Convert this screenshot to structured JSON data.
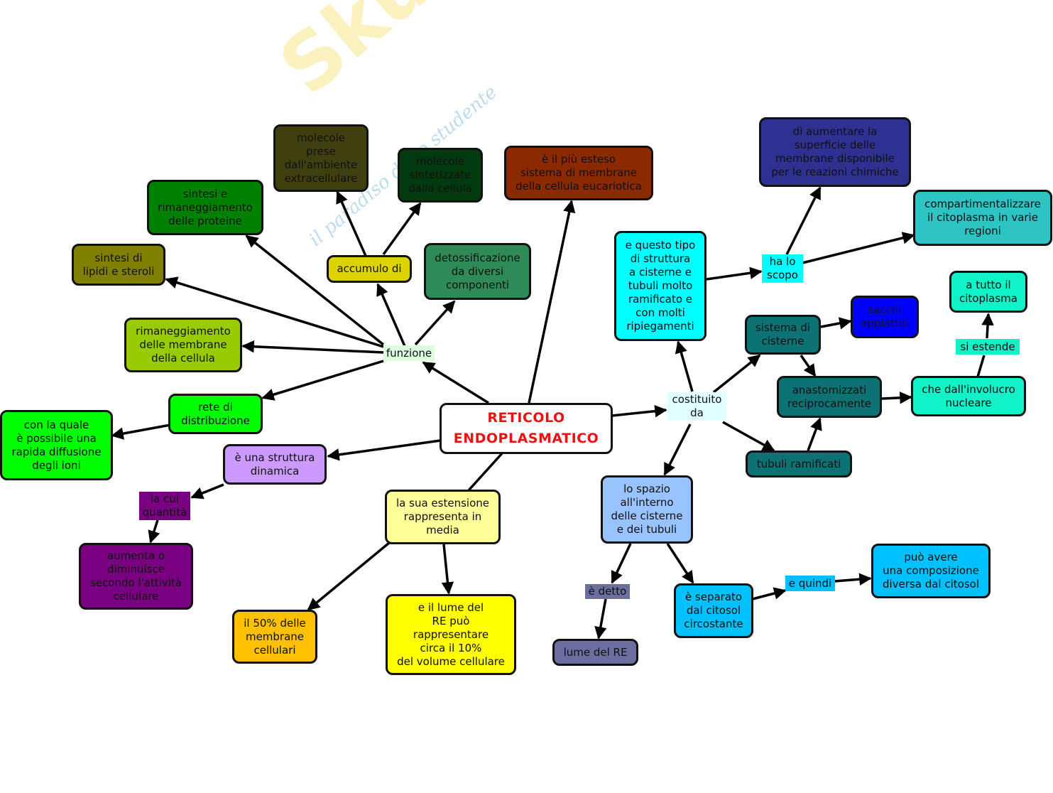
{
  "colors": {
    "red_brown": "#8b2a00",
    "navy": "#2e3092",
    "teal_light": "#2ec4c4",
    "cyan": "#00ffff",
    "teal_dark": "#0c7273",
    "blue": "#0000ff",
    "aqua": "#11f2c8",
    "sky": "#99c3ff",
    "deep_sky": "#00c0ff",
    "slate": "#6c6ea0",
    "yellow": "#ffff00",
    "light_yellow": "#ffff99",
    "amber": "#ffc000",
    "purple": "#7a0082",
    "lilac": "#cc99ff",
    "green": "#00ff00",
    "yellow_green": "#99cc00",
    "olive": "#7f7f00",
    "forest": "#008000",
    "dark_olive": "#403f10",
    "dark_green": "#013a0f",
    "sea_green": "#2e8b57",
    "mustard": "#dcd300"
  },
  "watermark": {
    "brand": "Skuola.net",
    "tagline": "il paradiso dello studente"
  },
  "nodes": {
    "main": "RETICOLO\nENDOPLASMATICO",
    "piu_esteso": "è il più esteso\nsistema di membrane\ndella cellula eucariotica",
    "aumentare_superficie": "di aumentare la\nsuperficie delle\nmembrane disponibile\nper le reazioni chimiche",
    "compartimentalizzare": "compartimentalizzare\nil citoplasma in varie\nregioni",
    "questo_tipo": "e questo tipo\ndi struttura\na cisterne e\ntubuli molto\nramificato e\ncon molti\nripiegamenti",
    "sistema_cisterne": "sistema di\ncisterne",
    "sacchi": "sacchi\nappiattiti",
    "a_tutto": "a tutto il\ncitoplasma",
    "anastomizzati": "anastomizzati\nreciprocamente",
    "che_involucro": "che dall'involucro\nnucleare",
    "tubuli": "tubuli ramificati",
    "spazio": "lo spazio\nall'interno\ndelle cisterne\ne dei tubuli",
    "separato": "è separato\ndal citosol\ncircostante",
    "composizione": "può avere\nuna composizione\ndiversa dal citosol",
    "lume": "lume del RE",
    "estensione": "la sua estensione\nrappresenta in\nmedia",
    "cinquanta": "il 50% delle\nmembrane\ncellulari",
    "dieci": "e il lume del\nRE può\nrappresentare\ncirca il 10%\ndel volume cellulare",
    "dinamica": "è una struttura\ndinamica",
    "aumenta": "aumenta o\ndiminuisce\nsecondo l'attività\ncellulare",
    "con_quale": "con la quale\nè possibile una\nrapida diffusione\ndegli ioni",
    "rete": "rete di\ndistribuzione",
    "rimaneggiamento_membrane": "rimaneggiamento\ndelle membrane\ndella cellula",
    "lipidi": "sintesi di\nlipidi e steroli",
    "proteine": "sintesi e\nrimaneggiamento\ndelle proteine",
    "molecole_prese": "molecole\nprese\ndall'ambiente\nextracellulare",
    "molecole_sintetizzate": "molecole\nsintetizzate\ndalla cellula",
    "accumulo": "accumulo di",
    "detossificazione": "detossificazione\nda diversi\ncomponenti"
  },
  "labels": {
    "funzione": "funzione",
    "costituito": "costituito\nda",
    "ha_lo_scopo": "ha lo\nscopo",
    "si_estende": "si estende",
    "e_detto": "è detto",
    "e_quindi": "e quindi",
    "la_cui": "la cui\nquantità"
  }
}
